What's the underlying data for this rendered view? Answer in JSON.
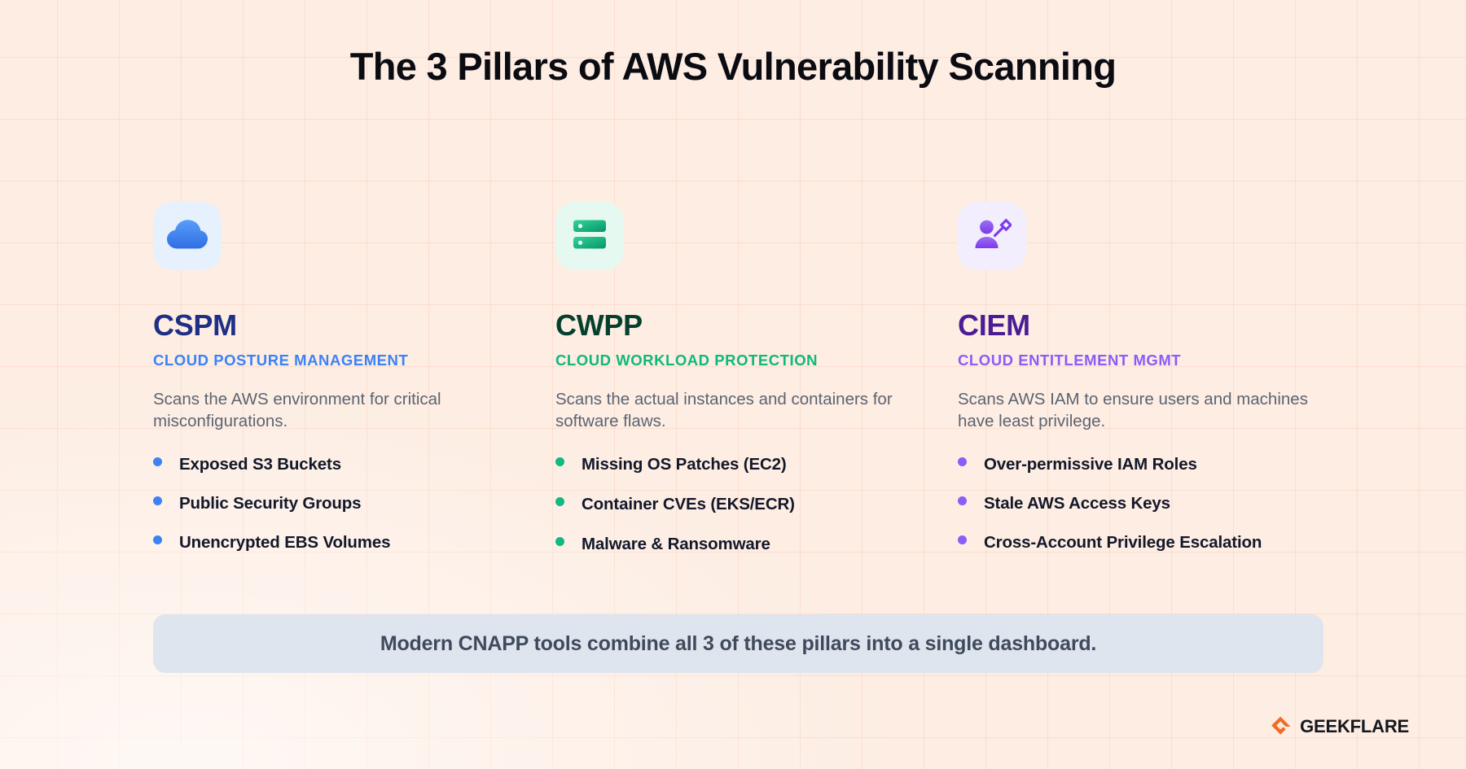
{
  "page": {
    "title": "The 3 Pillars of AWS Vulnerability Scanning",
    "background_color": "#FDEDE3",
    "grid_line_color": "#F4C4AA"
  },
  "pillars": [
    {
      "icon": "cloud-icon",
      "acronym": "CSPM",
      "subtitle": "CLOUD POSTURE MANAGEMENT",
      "description": "Scans the AWS environment for critical misconfigurations.",
      "accent_color": "#3B82F6",
      "acronym_color": "#1E2F86",
      "tile_color": "#E7F1FE",
      "bullets": [
        "Exposed S3 Buckets",
        "Public Security Groups",
        "Unencrypted EBS Volumes"
      ]
    },
    {
      "icon": "server-icon",
      "acronym": "CWPP",
      "subtitle": "CLOUD WORKLOAD PROTECTION",
      "description": "Scans the actual instances and containers for software flaws.",
      "accent_color": "#10B981",
      "acronym_color": "#05402E",
      "tile_color": "#E6F9F0",
      "bullets": [
        "Missing OS Patches (EC2)",
        "Container CVEs (EKS/ECR)",
        "Malware & Ransomware"
      ]
    },
    {
      "icon": "user-key-icon",
      "acronym": "CIEM",
      "subtitle": "CLOUD ENTITLEMENT MGMT",
      "description": "Scans AWS IAM to ensure users and machines have least privilege.",
      "accent_color": "#8B5CF6",
      "acronym_color": "#4B1D94",
      "tile_color": "#F3EEFE",
      "bullets": [
        "Over-permissive IAM Roles",
        "Stale AWS Access Keys",
        "Cross-Account Privilege Escalation"
      ]
    }
  ],
  "banner": {
    "text": "Modern CNAPP tools combine all 3 of these pillars into a single dashboard.",
    "background_color": "#DFE5EE",
    "text_color": "#3F4A5C"
  },
  "logo": {
    "name": "GEEKFLARE",
    "mark": "geekflare-logo-icon",
    "mark_color": "#F26B22"
  }
}
